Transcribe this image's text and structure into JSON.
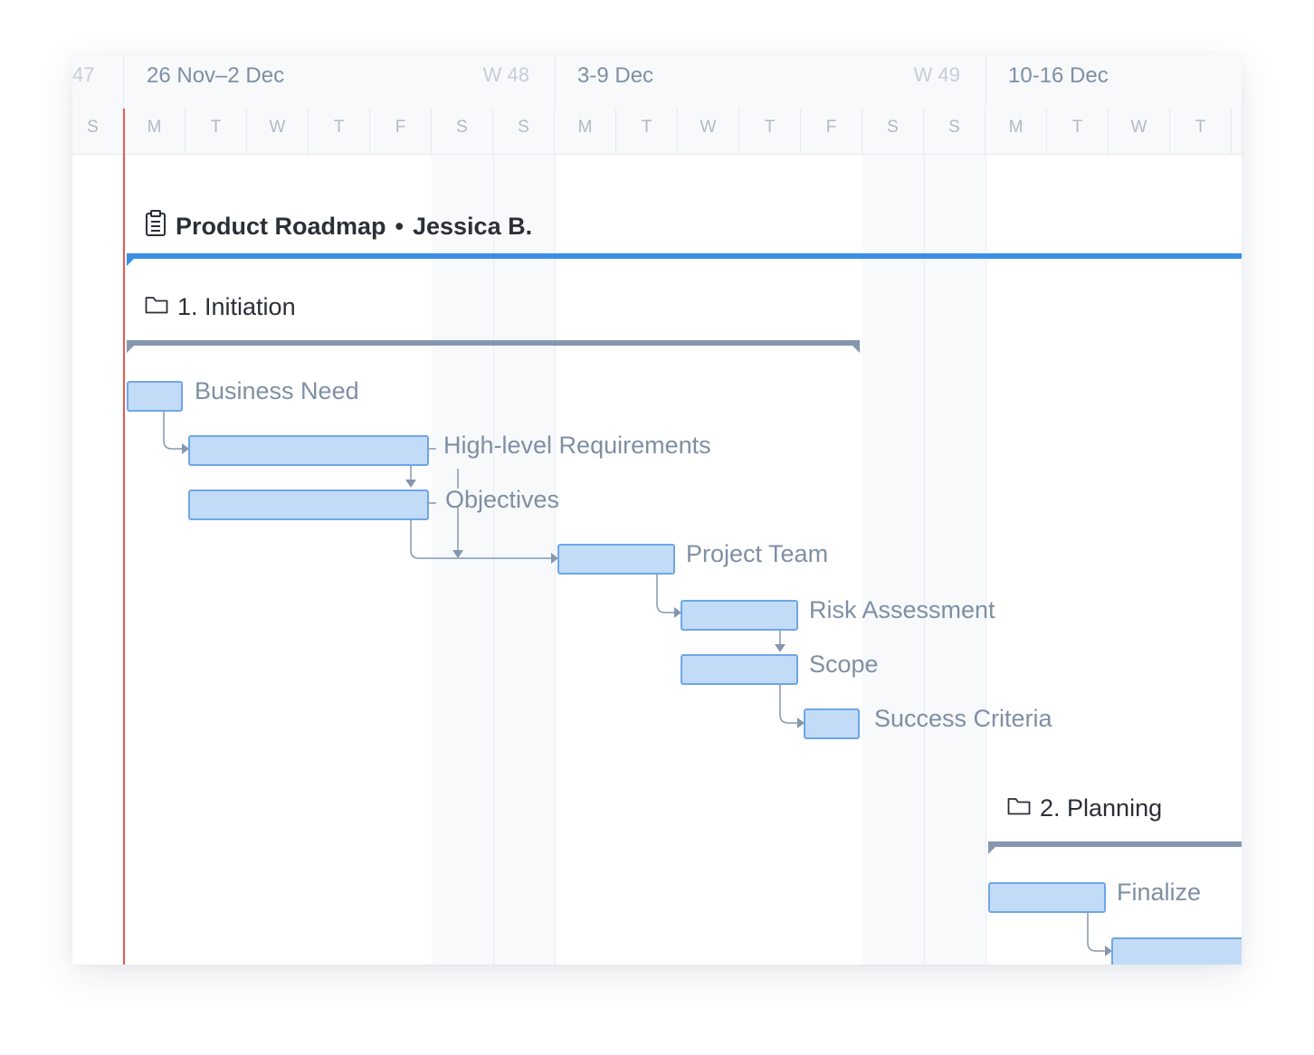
{
  "timeline": {
    "prev_week_tail": "47",
    "weeks": [
      {
        "range": "26 Nov–2 Dec",
        "week": "W 48"
      },
      {
        "range": "3-9 Dec",
        "week": "W 49"
      },
      {
        "range": "10-16 Dec",
        "week": ""
      }
    ],
    "days": [
      "S",
      "M",
      "T",
      "W",
      "T",
      "F",
      "S",
      "S",
      "M",
      "T",
      "W",
      "T",
      "F",
      "S",
      "S",
      "M",
      "T",
      "W",
      "T"
    ]
  },
  "project": {
    "name": "Product Roadmap",
    "separator": "•",
    "owner": "Jessica B.",
    "icon": "clipboard-icon",
    "color": "#3a8ee6"
  },
  "groups": [
    {
      "title": "1. Initiation",
      "icon": "folder-icon",
      "tasks": [
        {
          "label": "Business Need"
        },
        {
          "label": "High-level Requirements"
        },
        {
          "label": "Objectives"
        },
        {
          "label": "Project Team"
        },
        {
          "label": "Risk Assessment"
        },
        {
          "label": "Scope"
        },
        {
          "label": "Success Criteria"
        }
      ]
    },
    {
      "title": "2. Planning",
      "icon": "folder-icon",
      "tasks": [
        {
          "label": "Finalize"
        },
        {
          "label": ""
        }
      ]
    }
  ],
  "colors": {
    "today_line": "#e8594f",
    "task_fill": "#c2dcf7",
    "task_border": "#6fa6e6",
    "group_bar": "#8597ae",
    "dependency": "#8597ae"
  }
}
